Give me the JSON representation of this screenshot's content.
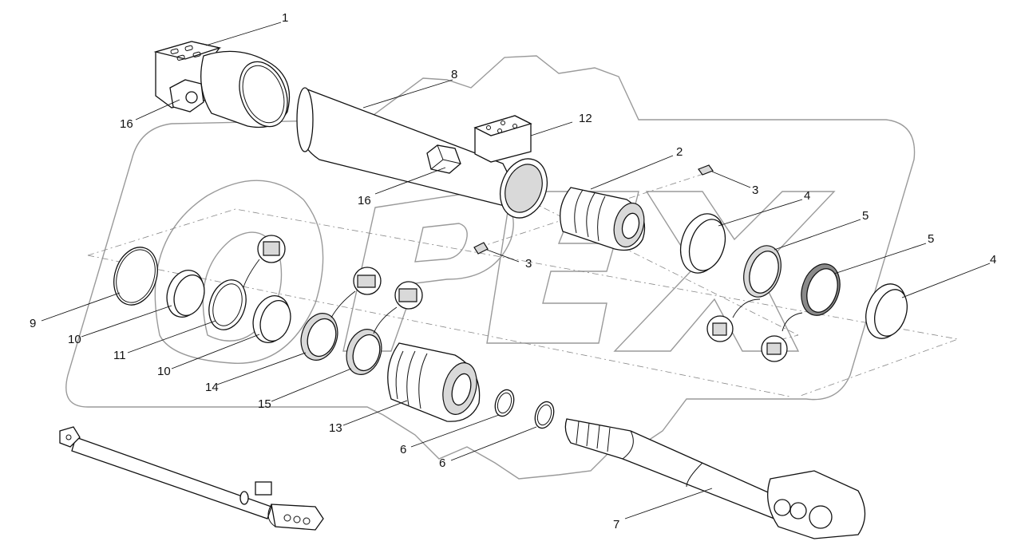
{
  "diagram": {
    "corner_mark": "",
    "callouts": [
      {
        "id": "c1",
        "label": "1"
      },
      {
        "id": "c16a",
        "label": "16"
      },
      {
        "id": "c8",
        "label": "8"
      },
      {
        "id": "c12",
        "label": "12"
      },
      {
        "id": "c2",
        "label": "2"
      },
      {
        "id": "c3a",
        "label": "3"
      },
      {
        "id": "c16b",
        "label": "16"
      },
      {
        "id": "c4a",
        "label": "4"
      },
      {
        "id": "c5a",
        "label": "5"
      },
      {
        "id": "c5b",
        "label": "5"
      },
      {
        "id": "c3b",
        "label": "3"
      },
      {
        "id": "c4b",
        "label": "4"
      },
      {
        "id": "c9",
        "label": "9"
      },
      {
        "id": "c10a",
        "label": "10"
      },
      {
        "id": "c11",
        "label": "11"
      },
      {
        "id": "c10b",
        "label": "10"
      },
      {
        "id": "c14",
        "label": "14"
      },
      {
        "id": "c15",
        "label": "15"
      },
      {
        "id": "c13",
        "label": "13"
      },
      {
        "id": "c6a",
        "label": "6"
      },
      {
        "id": "c6b",
        "label": "6"
      },
      {
        "id": "c7",
        "label": "7"
      }
    ]
  }
}
